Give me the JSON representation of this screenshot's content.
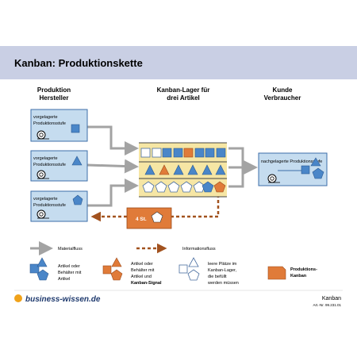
{
  "title": "Kanban: Produktionskette",
  "columns": {
    "left": [
      "Produktion",
      "Hersteller"
    ],
    "middle": [
      "Kanban-Lager für",
      "drei Artikel"
    ],
    "right": [
      "Kunde",
      "Verbraucher"
    ]
  },
  "stages": {
    "upstream": [
      "vorgelagerte",
      "Produktionsstufe"
    ],
    "downstream": "nachgelagerte Produktionsstufe"
  },
  "kanban_badge": "4 St.",
  "legend": {
    "material_flow": "Materialfluss",
    "info_flow": "Informationsfluss",
    "articles": [
      "Artikel oder",
      "Behälter mit",
      "Artikel"
    ],
    "signal": [
      "Artikel oder",
      "Behälter mit",
      "Artikel und",
      "Kanban-Signal"
    ],
    "empty": [
      "leere Plätze im",
      "Kanban-Lager,",
      "die befüllt",
      "werden müssen"
    ],
    "production_kanban": [
      "Produktions-",
      "Kanban"
    ]
  },
  "footer": {
    "brand": "business-wissen.de",
    "label": "Kanban",
    "article_no": "Art.-Nr. 99.231.01"
  },
  "colors": {
    "header_band": "#c9cfe4",
    "blue_shape": "#4a86c8",
    "blue_box": "#c5dcef",
    "box_border": "#3c6ea8",
    "orange": "#e07b39",
    "yellow": "#f6e6a4",
    "gray_arrow": "#a3a3a3",
    "dashed_arrow": "#a2521f",
    "brand_orange": "#f0a21a"
  }
}
